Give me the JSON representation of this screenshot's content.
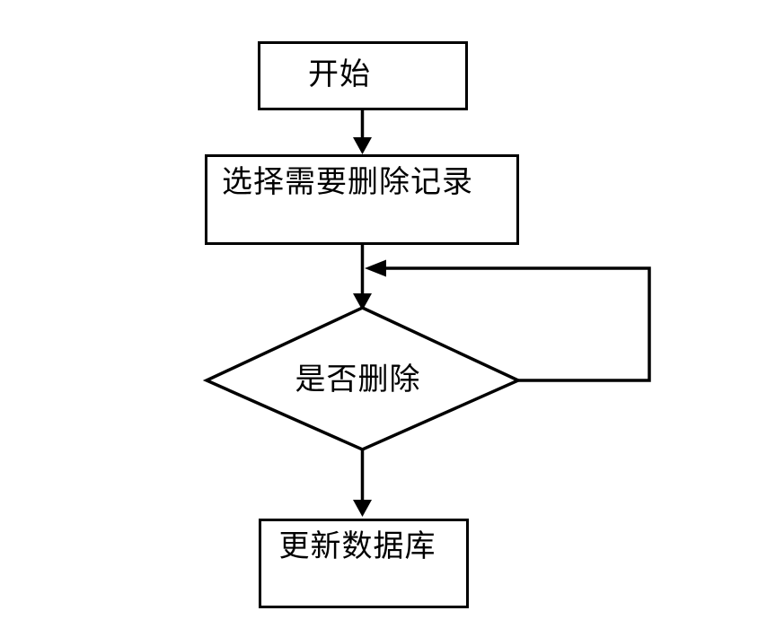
{
  "page": {
    "background_color": "#ffffff"
  },
  "diagram": {
    "type": "flowchart",
    "stroke_color": "#000000",
    "text_color": "#000000",
    "fill_color": "#ffffff",
    "nodes": {
      "start": {
        "shape": "rectangle",
        "label": "开始"
      },
      "select": {
        "shape": "rectangle",
        "label": "选择需要删除记录"
      },
      "decision": {
        "shape": "diamond",
        "label": "是否删除"
      },
      "update": {
        "shape": "rectangle",
        "label": "更新数据库"
      }
    },
    "edges": [
      {
        "from": "start",
        "to": "select",
        "style": "arrow-down"
      },
      {
        "from": "select",
        "to": "decision",
        "style": "arrow-down"
      },
      {
        "from": "decision",
        "to": "line-above-decision",
        "style": "loop-right-up-left-arrow"
      },
      {
        "from": "decision",
        "to": "update",
        "style": "arrow-down"
      }
    ]
  }
}
